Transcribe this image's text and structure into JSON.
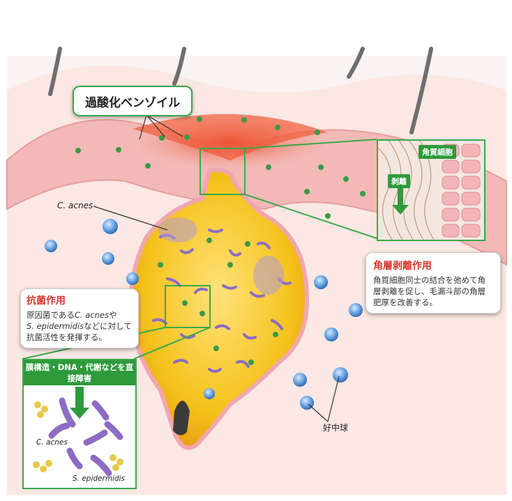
{
  "labels": {
    "bpo_title": "過酸化ベンゾイル",
    "c_acnes_main": "C. acnes",
    "neutrophil": "好中球"
  },
  "exfoliation": {
    "title": "角層剥離作用",
    "description": "角質細胞同士の結合を弛めて角層剥離を促し、毛漏斗部の角層肥厚を改善する。"
  },
  "antibacterial": {
    "title": "抗菌作用",
    "description_part1": "原因菌である",
    "species_1": "C. acnes",
    "description_part2": "や",
    "species_2": "S. epidermidis",
    "description_part3": "などに対して抗菌活性を発揮する。"
  },
  "magnified_inset": {
    "cell_label": "角質細胞",
    "peel_label": "剥離"
  },
  "bacteria_inset": {
    "banner": "膜構造・DNA・代謝などを直接障害",
    "c_acnes": "C. acnes",
    "s_epidermidis": "S. epidermidis"
  },
  "colors": {
    "accent_green": "#2e9a3c",
    "title_red": "#d8352c",
    "skin": "#f2c4c0",
    "sebum": "#f5c21b",
    "bacteria_purple": "#8c6cc4",
    "neutrophil_blue": "#4f8fd6"
  }
}
